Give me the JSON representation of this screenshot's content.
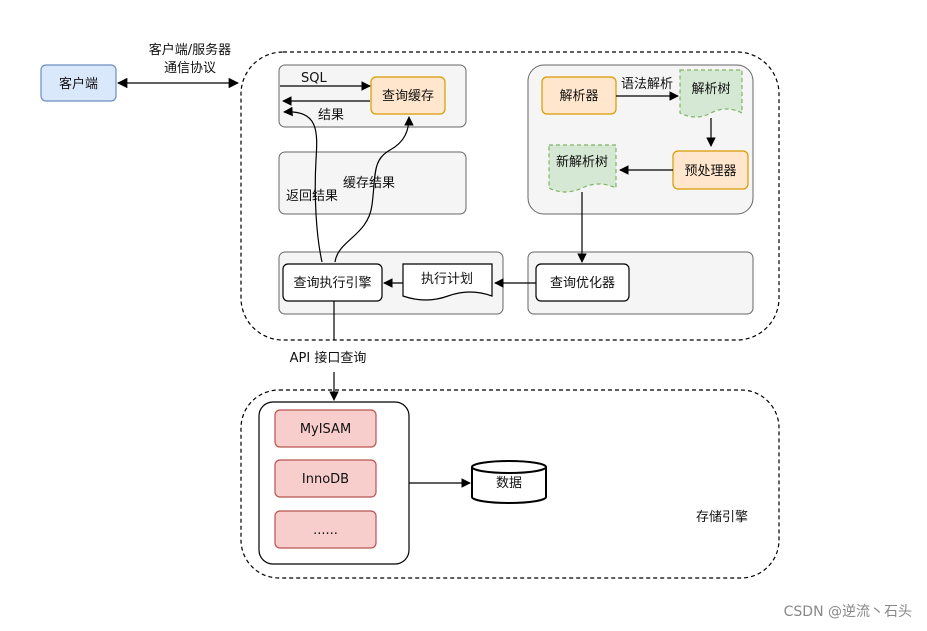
{
  "client": {
    "label": "客户端"
  },
  "protocol": {
    "line1": "客户端/服务器",
    "line2": "通信协议"
  },
  "cache_area": {
    "sql_label": "SQL",
    "query_cache": "查询缓存",
    "result_label": "结果",
    "return_result": "返回结果",
    "cache_result": "缓存结果"
  },
  "parser_area": {
    "parser": "解析器",
    "syntax_parse": "语法解析",
    "parse_tree": "解析树",
    "preprocessor": "预处理器",
    "new_parse_tree": "新解析树"
  },
  "exec_area": {
    "engine": "查询执行引擎",
    "plan": "执行计划",
    "optimizer": "查询优化器"
  },
  "api_label": "API 接口查询",
  "storage": {
    "engines": [
      "MyISAM",
      "InnoDB",
      "......"
    ],
    "data": "数据",
    "label": "存储引擎"
  },
  "colors": {
    "client_fill": "#dae8fc",
    "client_stroke": "#6c8ebf",
    "orange_fill": "#ffe6cc",
    "orange_stroke": "#d79b00",
    "green_fill": "#d5e8d4",
    "green_stroke": "#82b366",
    "red_fill": "#f8cecc",
    "red_stroke": "#b85450",
    "panel_fill": "#f5f5f5",
    "panel_stroke": "#666666"
  },
  "watermark": "CSDN @逆流丶石头"
}
